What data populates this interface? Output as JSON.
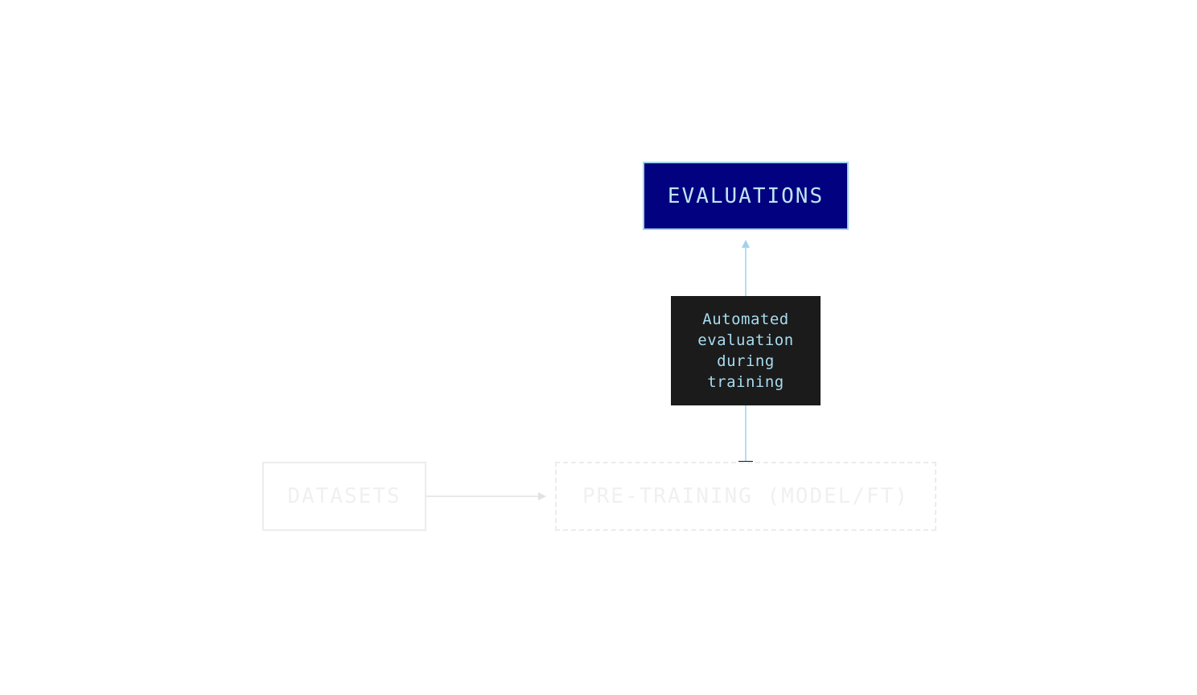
{
  "diagram": {
    "nodes": {
      "evaluations": {
        "label": "EVALUATIONS"
      },
      "datasets": {
        "label": "DATASETS"
      },
      "pretraining": {
        "label": "PRE-TRAINING (MODEL/FT)"
      }
    },
    "edges": {
      "pretraining_to_evaluations": {
        "label": "Automated evaluation during training"
      },
      "datasets_to_pretraining": {
        "label": ""
      }
    },
    "colors": {
      "evaluations_fill": "#020280",
      "evaluations_border": "#9fd4ea",
      "evaluations_text": "#bfe4f2",
      "label_fill": "#1b1b1b",
      "label_text": "#a8dcef",
      "active_edge": "#9fd4ea",
      "faded_edge": "#e2e2e2",
      "faded_text": "#f0f0f0"
    }
  }
}
